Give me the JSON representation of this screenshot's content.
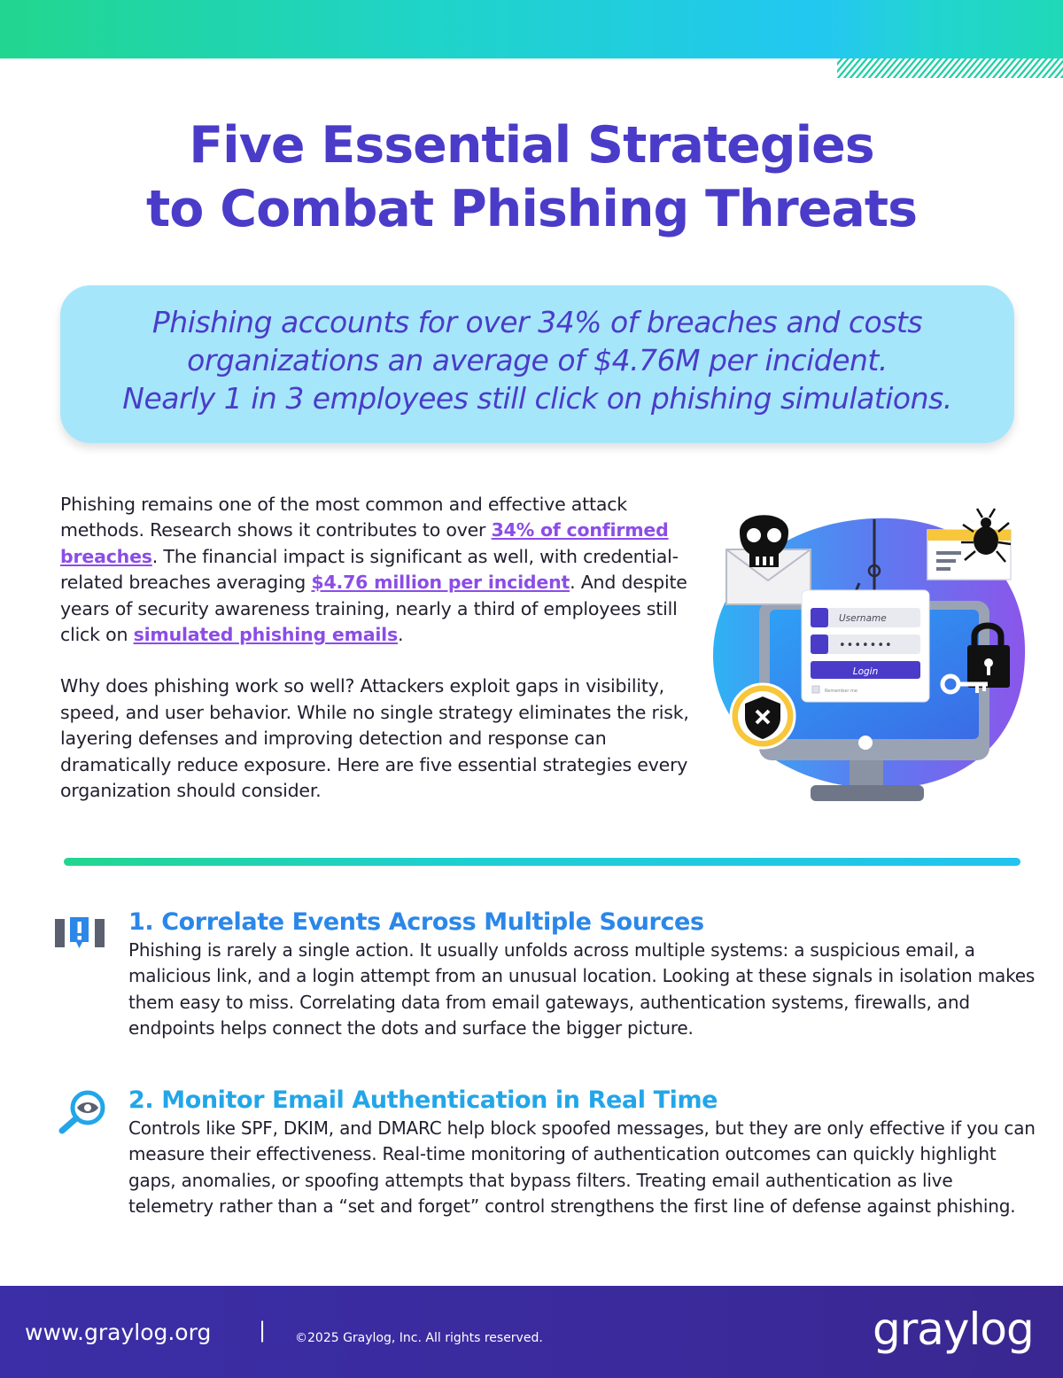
{
  "title": {
    "line1": "Five Essential Strategies",
    "line2": "to Combat Phishing Threats"
  },
  "stat_box": {
    "line1": "Phishing accounts for over 34% of breaches and costs",
    "line2": "organizations an average of $4.76M per incident.",
    "line3": "Nearly 1 in 3 employees still click on phishing simulations."
  },
  "intro": {
    "p1_a": "Phishing remains one of the most common and effective attack methods. Research shows it contributes to over ",
    "p1_link1": "34% of confirmed breaches",
    "p1_b": ". The financial impact is significant as well, with credential-related breaches averaging ",
    "p1_link2": "$4.76 million per incident",
    "p1_c": ". And despite years of security awareness training, nearly a third of employees still click on ",
    "p1_link3": "simulated phishing emails",
    "p1_d": ".",
    "p2": "Why does phishing work so well? Attackers exploit gaps in visibility, speed, and user behavior. While no single strategy eliminates the risk, layering defenses and improving detection and response can dramatically reduce exposure. Here are five essential strategies every organization should consider."
  },
  "login_form": {
    "username_placeholder": "Username",
    "password_value": "•••••••",
    "login_label": "Login",
    "remember_label": "Remember me"
  },
  "sections": [
    {
      "heading": "1. Correlate Events Across Multiple Sources",
      "body": "Phishing is rarely a single action. It usually unfolds across multiple systems: a suspicious email, a malicious link, and a login attempt from an unusual location. Looking at these signals in isolation makes them easy to miss. Correlating data from email gateways, authentication systems, firewalls, and endpoints helps connect the dots and surface the bigger picture.",
      "icon": "alert-bars-icon"
    },
    {
      "heading": "2. Monitor Email Authentication in Real Time",
      "body": "Controls like SPF, DKIM, and DMARC help block spoofed messages, but they are only effective if you can measure their effectiveness. Real-time monitoring of authentication outcomes can quickly highlight gaps, anomalies, or spoofing attempts that bypass filters. Treating email authentication as live telemetry rather than a “set and forget” control strengthens the first line of defense against phishing.",
      "icon": "magnifier-eye-icon"
    }
  ],
  "footer": {
    "url": "www.graylog.org",
    "separator": "|",
    "copyright": "©2025 Graylog, Inc. All rights reserved.",
    "logo": "graylog"
  },
  "colors": {
    "title": "#4a3cc9",
    "stat_box_bg": "#a6e6fb",
    "link": "#8b4de6",
    "section1_heading": "#2b87e8",
    "section2_heading": "#22a6e8",
    "footer_bg": "#3a2a9c"
  }
}
